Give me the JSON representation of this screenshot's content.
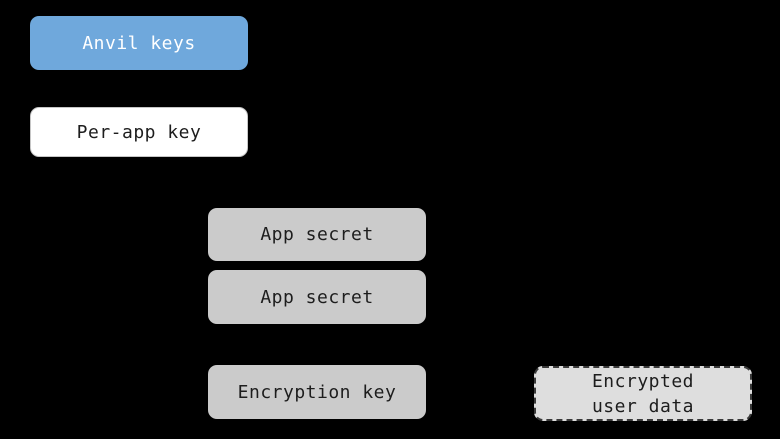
{
  "diagram": {
    "background_color": "#000000",
    "text_font_style": "monospace",
    "nodes": [
      {
        "id": "anvil-keys",
        "label": "Anvil keys",
        "fill": "#6FA8DC",
        "text_color": "#FFFFFF",
        "border_style": "none"
      },
      {
        "id": "per-app-key",
        "label": "Per-app key",
        "fill": "#FFFFFF",
        "text_color": "#1d1d1d",
        "border_style": "solid"
      },
      {
        "id": "app-secret-1",
        "label": "App secret",
        "fill": "#CBCBCB",
        "text_color": "#1d1d1d",
        "border_style": "none"
      },
      {
        "id": "app-secret-2",
        "label": "App secret",
        "fill": "#CBCBCB",
        "text_color": "#1d1d1d",
        "border_style": "none"
      },
      {
        "id": "encryption-key",
        "label": "Encryption key",
        "fill": "#CBCBCB",
        "text_color": "#1d1d1d",
        "border_style": "none"
      },
      {
        "id": "encrypted-user-data",
        "label": "Encrypted\nuser data",
        "fill": "#DEDEDE",
        "text_color": "#1d1d1d",
        "border_style": "dashed"
      }
    ]
  }
}
